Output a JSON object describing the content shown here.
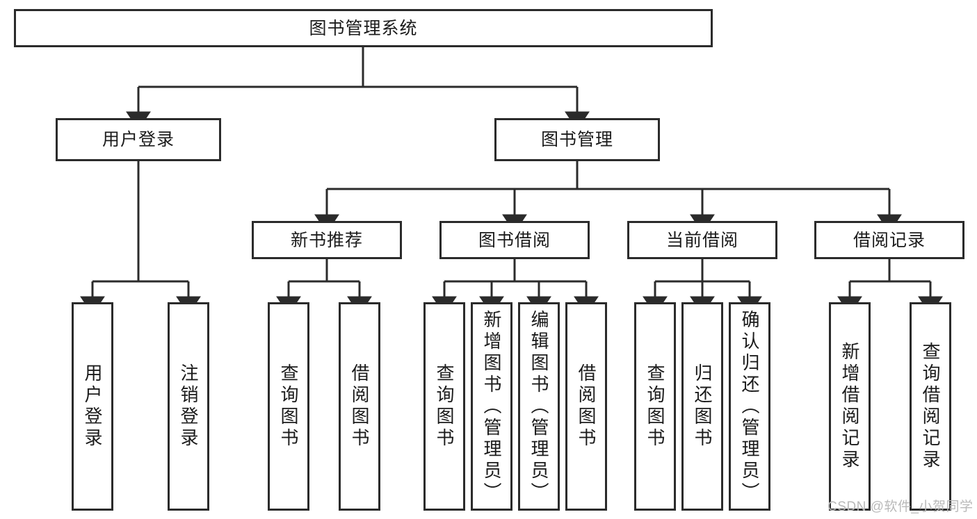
{
  "diagram": {
    "title": "图书管理系统",
    "type": "tree-hierarchy-diagram",
    "orientation": "top-down",
    "colors": {
      "box_border": "#2b2b2b",
      "box_fill": "#ffffff",
      "edge": "#2b2b2b",
      "text": "#1b1b1b",
      "watermark": "#b9b9b9",
      "background": "#ffffff"
    },
    "root": {
      "label": "图书管理系统"
    },
    "level2": [
      {
        "label": "用户登录"
      },
      {
        "label": "图书管理"
      }
    ],
    "level3": [
      {
        "label": "新书推荐"
      },
      {
        "label": "图书借阅"
      },
      {
        "label": "当前借阅"
      },
      {
        "label": "借阅记录"
      }
    ],
    "leaves": {
      "user_login": [
        {
          "label": "用户登录"
        },
        {
          "label": "注销登录"
        }
      ],
      "new_book_recommend": [
        {
          "label": "查询图书"
        },
        {
          "label": "借阅图书"
        }
      ],
      "book_borrow": [
        {
          "label": "查询图书"
        },
        {
          "label": "新增图书（管理员）"
        },
        {
          "label": "编辑图书（管理员）"
        },
        {
          "label": "借阅图书"
        }
      ],
      "current_borrow": [
        {
          "label": "查询图书"
        },
        {
          "label": "归还图书"
        },
        {
          "label": "确认归还（管理员）"
        }
      ],
      "borrow_record": [
        {
          "label": "新增借阅记录"
        },
        {
          "label": "查询借阅记录"
        }
      ]
    },
    "edges": [
      {
        "from": "图书管理系统",
        "to": "用户登录"
      },
      {
        "from": "图书管理系统",
        "to": "图书管理"
      },
      {
        "from": "图书管理",
        "to": "新书推荐"
      },
      {
        "from": "图书管理",
        "to": "图书借阅"
      },
      {
        "from": "图书管理",
        "to": "当前借阅"
      },
      {
        "from": "图书管理",
        "to": "借阅记录"
      },
      {
        "from": "用户登录",
        "to": "用户登录"
      },
      {
        "from": "用户登录",
        "to": "注销登录"
      },
      {
        "from": "新书推荐",
        "to": "查询图书"
      },
      {
        "from": "新书推荐",
        "to": "借阅图书"
      },
      {
        "from": "图书借阅",
        "to": "查询图书"
      },
      {
        "from": "图书借阅",
        "to": "新增图书（管理员）"
      },
      {
        "from": "图书借阅",
        "to": "编辑图书（管理员）"
      },
      {
        "from": "图书借阅",
        "to": "借阅图书"
      },
      {
        "from": "当前借阅",
        "to": "查询图书"
      },
      {
        "from": "当前借阅",
        "to": "归还图书"
      },
      {
        "from": "当前借阅",
        "to": "确认归还（管理员）"
      },
      {
        "from": "借阅记录",
        "to": "新增借阅记录"
      },
      {
        "from": "借阅记录",
        "to": "查询借阅记录"
      }
    ]
  },
  "watermark": {
    "text": "CSDN @软件_小贺同学"
  }
}
